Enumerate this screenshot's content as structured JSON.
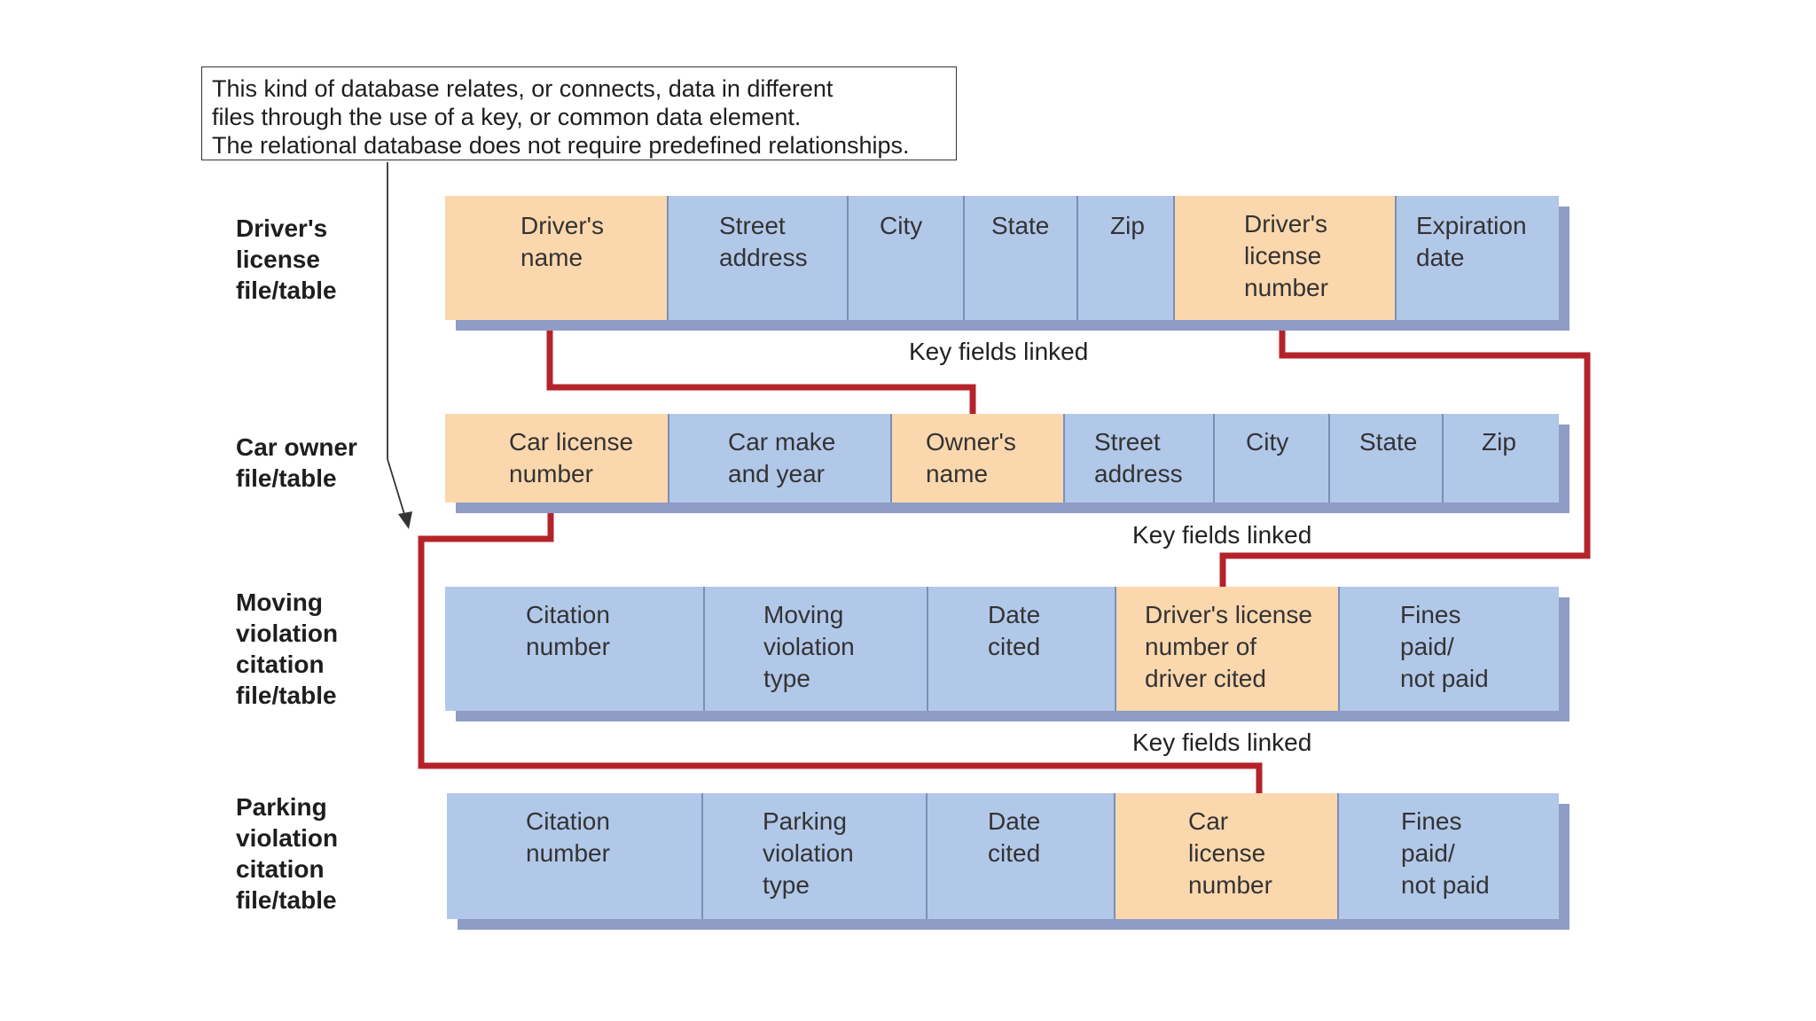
{
  "callout": {
    "lines": [
      "This kind of database relates, or connects, data in different",
      "files through the use of a key, or common data element.",
      "The relational database does not require predefined relationships."
    ]
  },
  "tables": [
    {
      "label_lines": [
        "Driver's",
        "license",
        "file/table"
      ],
      "cells": [
        {
          "lines": [
            "Driver's",
            "name"
          ],
          "key": true
        },
        {
          "lines": [
            "Street",
            "address"
          ],
          "key": false
        },
        {
          "lines": [
            "City"
          ],
          "key": false
        },
        {
          "lines": [
            "State"
          ],
          "key": false
        },
        {
          "lines": [
            "Zip"
          ],
          "key": false
        },
        {
          "lines": [
            "Driver's",
            "license",
            "number"
          ],
          "key": true
        },
        {
          "lines": [
            "Expiration",
            "date"
          ],
          "key": false
        }
      ]
    },
    {
      "label_lines": [
        "Car owner",
        "file/table"
      ],
      "cells": [
        {
          "lines": [
            "Car license",
            "number"
          ],
          "key": true
        },
        {
          "lines": [
            "Car make",
            "and year"
          ],
          "key": false
        },
        {
          "lines": [
            "Owner's",
            "name"
          ],
          "key": true
        },
        {
          "lines": [
            "Street",
            "address"
          ],
          "key": false
        },
        {
          "lines": [
            "City"
          ],
          "key": false
        },
        {
          "lines": [
            "State"
          ],
          "key": false
        },
        {
          "lines": [
            "Zip"
          ],
          "key": false
        }
      ]
    },
    {
      "label_lines": [
        "Moving",
        "violation",
        "citation",
        "file/table"
      ],
      "cells": [
        {
          "lines": [
            "Citation",
            "number"
          ],
          "key": false
        },
        {
          "lines": [
            "Moving",
            "violation",
            "type"
          ],
          "key": false
        },
        {
          "lines": [
            "Date",
            "cited"
          ],
          "key": false
        },
        {
          "lines": [
            "Driver's license",
            "number of",
            "driver cited"
          ],
          "key": true
        },
        {
          "lines": [
            "Fines",
            "paid/",
            "not paid"
          ],
          "key": false
        }
      ]
    },
    {
      "label_lines": [
        "Parking",
        "violation",
        "citation",
        "file/table"
      ],
      "cells": [
        {
          "lines": [
            "Citation",
            "number"
          ],
          "key": false
        },
        {
          "lines": [
            "Parking",
            "violation",
            "type"
          ],
          "key": false
        },
        {
          "lines": [
            "Date",
            "cited"
          ],
          "key": false
        },
        {
          "lines": [
            "Car",
            "license",
            "number"
          ],
          "key": true
        },
        {
          "lines": [
            "Fines",
            "paid/",
            "not paid"
          ],
          "key": false
        }
      ]
    }
  ],
  "key_notes": [
    "Key fields linked",
    "Key fields linked",
    "Key fields linked"
  ],
  "colors": {
    "key_field": "#fbd7ad",
    "field": "#b2c8e9",
    "link_line": "#b5232a"
  }
}
